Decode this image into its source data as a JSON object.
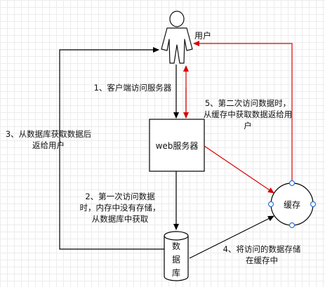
{
  "nodes": {
    "user": {
      "label": "用户"
    },
    "web_server": {
      "label": "web服务器"
    },
    "database": {
      "chars": [
        "数",
        "据",
        "库"
      ]
    },
    "cache": {
      "label": "缓存"
    }
  },
  "edges": {
    "step1": {
      "text": "1、客户端访问服务器"
    },
    "step2": {
      "text": "2、第一次访问数据时，内存中没有存储，从数据库中获取"
    },
    "step3": {
      "text": "3、从数据库获取数据后返给用户"
    },
    "step4": {
      "text": "4、将访问的数据存储在缓存中"
    },
    "step5": {
      "text": "5、第二次访问数据时，从缓存中获取数据返给用户"
    }
  },
  "colors": {
    "black_line": "#000000",
    "red_line": "#d90000",
    "node_fill": "#ffffff",
    "cache_handle": "#2f72d6"
  },
  "icons": {
    "user": "stick-figure-user-icon"
  }
}
